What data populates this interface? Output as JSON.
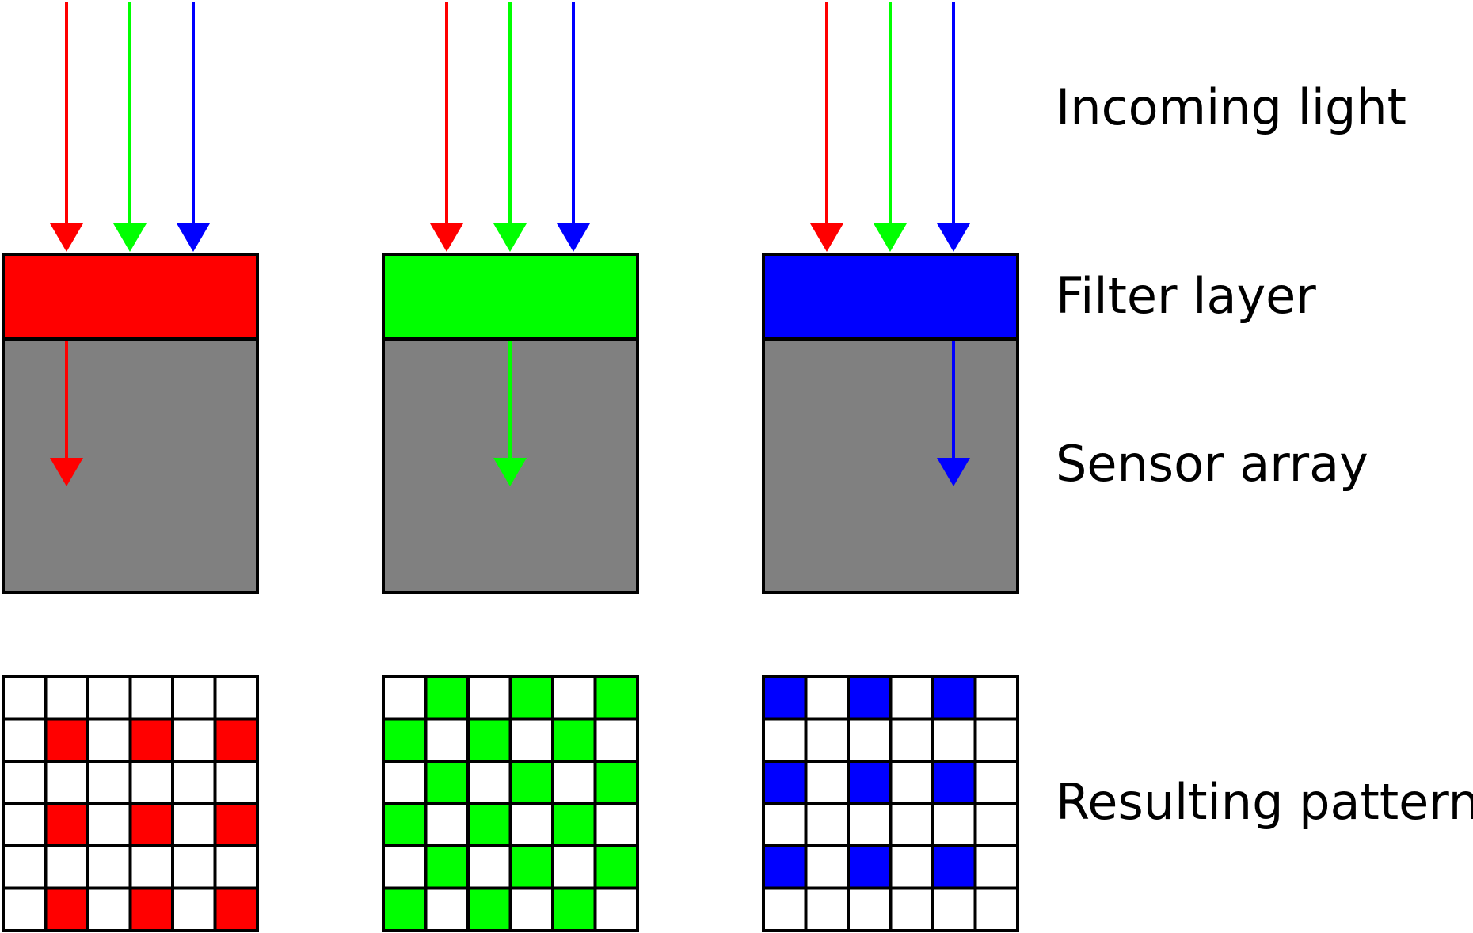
{
  "labels": {
    "incoming_light": "Incoming light",
    "filter_layer": "Filter layer",
    "sensor_array": "Sensor array",
    "resulting_pattern": "Resulting pattern"
  },
  "colors": {
    "red": "#ff0000",
    "green": "#00ff00",
    "blue": "#0000ff",
    "sensor": "#808080",
    "cell_empty": "#ffffff",
    "outline": "#000000"
  },
  "units": [
    {
      "name": "red",
      "filter_color": "red",
      "passed_light": "red",
      "pattern_rows": [
        "......",
        ".X.X.X",
        "......",
        ".X.X.X",
        "......",
        ".X.X.X"
      ]
    },
    {
      "name": "green",
      "filter_color": "green",
      "passed_light": "green",
      "pattern_rows": [
        ".X.X.X",
        "X.X.X.",
        ".X.X.X",
        "X.X.X.",
        ".X.X.X",
        "X.X.X."
      ]
    },
    {
      "name": "blue",
      "filter_color": "blue",
      "passed_light": "blue",
      "pattern_rows": [
        "X.X.X.",
        "......",
        "X.X.X.",
        "......",
        "X.X.X.",
        "......"
      ]
    }
  ],
  "incoming_rays": [
    "red",
    "green",
    "blue"
  ]
}
